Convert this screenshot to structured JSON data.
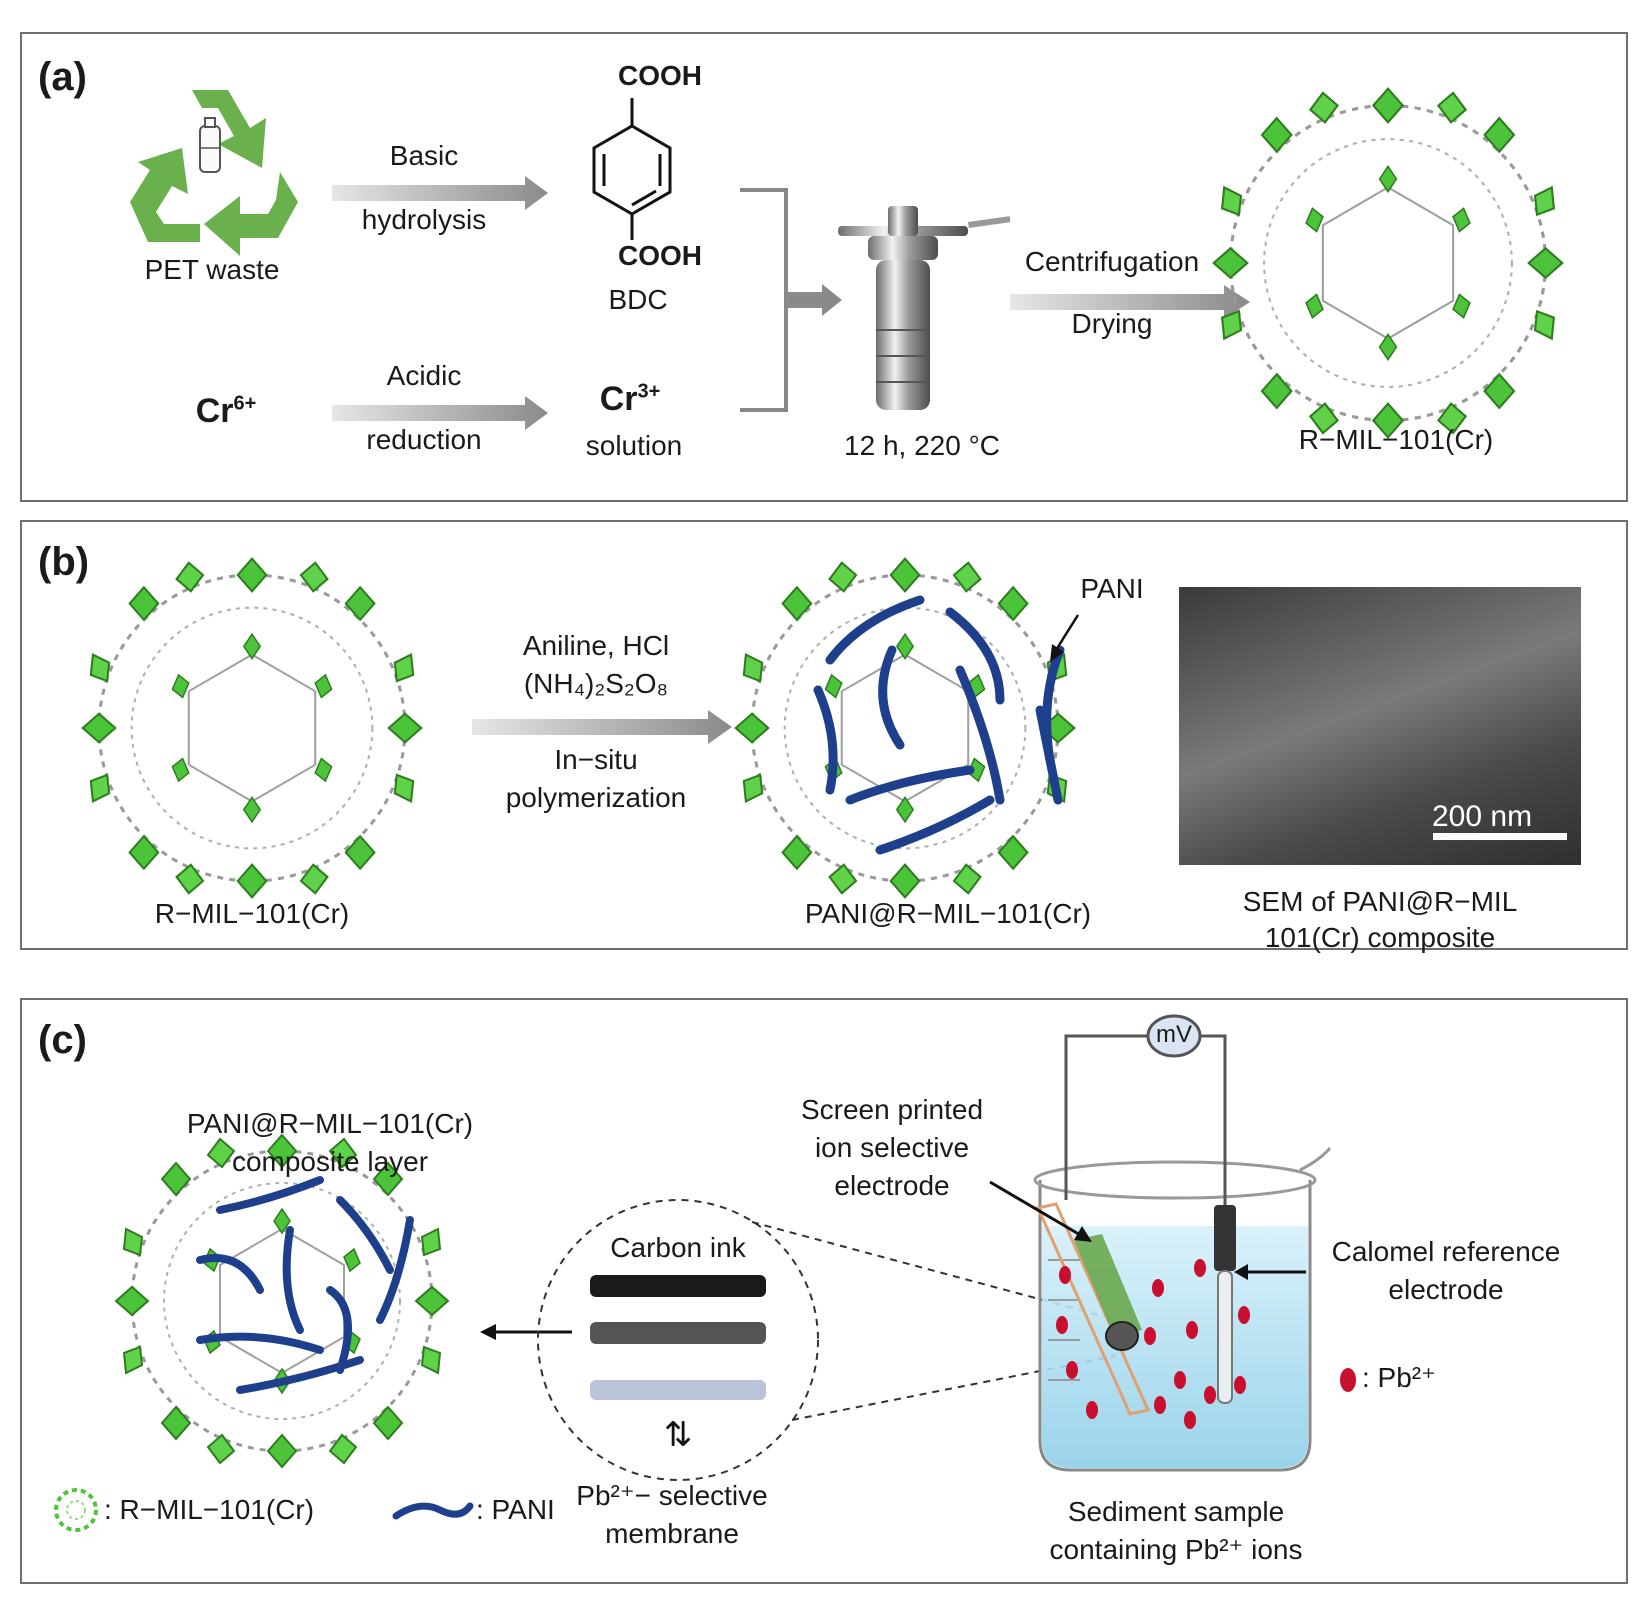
{
  "panels": {
    "a": {
      "label": "(a)",
      "pet_label": "PET waste",
      "arrow1_top": "Basic",
      "arrow1_bottom": "hydrolysis",
      "cooh_top": "COOH",
      "cooh_bottom": "COOH",
      "bdc_label": "BDC",
      "cr6": "Cr",
      "cr6_sup": "6+",
      "arrow2_top": "Acidic",
      "arrow2_bottom": "reduction",
      "cr3": "Cr",
      "cr3_sup": "3+",
      "solution_label": "solution",
      "autoclave_label": "12 h, 220 °C",
      "arrow3_top": "Centrifugation",
      "arrow3_bottom": "Drying",
      "product_label": "R−MIL−101(Cr)"
    },
    "b": {
      "label": "(b)",
      "mof_label": "R−MIL−101(Cr)",
      "reagent1": "Aniline, HCl",
      "reagent2": "(NH₄)₂S₂O₈",
      "process1": "In−situ",
      "process2": "polymerization",
      "pani_arrow_label": "PANI",
      "composite_label": "PANI@R−MIL−101(Cr)",
      "scalebar": "200 nm",
      "sem_caption1": "SEM of PANI@R−MIL",
      "sem_caption2": "101(Cr) composite"
    },
    "c": {
      "label": "(c)",
      "layer_title1": "PANI@R−MIL−101(Cr)",
      "layer_title2": "composite layer",
      "carbon_ink": "Carbon ink",
      "membrane1": "Pb²⁺− selective",
      "membrane2": "membrane",
      "meter": "mV",
      "spe1": "Screen printed",
      "spe2": "ion selective",
      "spe3": "electrode",
      "calomel1": "Calomel reference",
      "calomel2": "electrode",
      "pb_legend": ": Pb²⁺",
      "sample1": "Sediment  sample",
      "sample2": "containing Pb²⁺ ions",
      "legend_mof": ": R−MIL−101(Cr)",
      "legend_pani": ": PANI"
    }
  },
  "colors": {
    "mof_green": "#4cc43a",
    "pani_blue": "#1e3f8c",
    "recycle_green": "#6ab04c",
    "pb_red": "#c8102e",
    "water": "#bfe3f2"
  }
}
